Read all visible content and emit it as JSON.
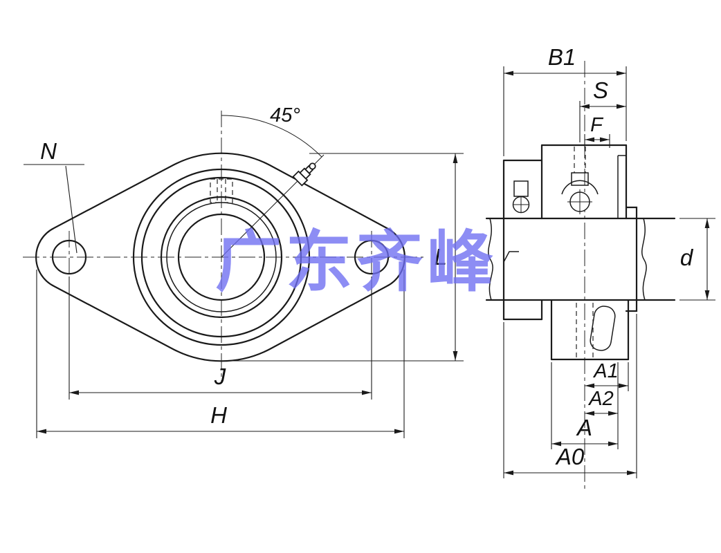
{
  "watermark": {
    "text": "广东齐峰",
    "color": "#6e6ef2"
  },
  "front_view": {
    "labels": {
      "n": "N",
      "angle": "45°",
      "l": "L",
      "j": "J",
      "h": "H"
    }
  },
  "side_view": {
    "labels": {
      "b1": "B1",
      "s": "S",
      "f": "F",
      "d": "d",
      "a1": "A1",
      "a2": "A2",
      "a": "A",
      "a0": "A0"
    }
  },
  "style": {
    "line_color": "#1a1a1a",
    "background": "#ffffff"
  }
}
